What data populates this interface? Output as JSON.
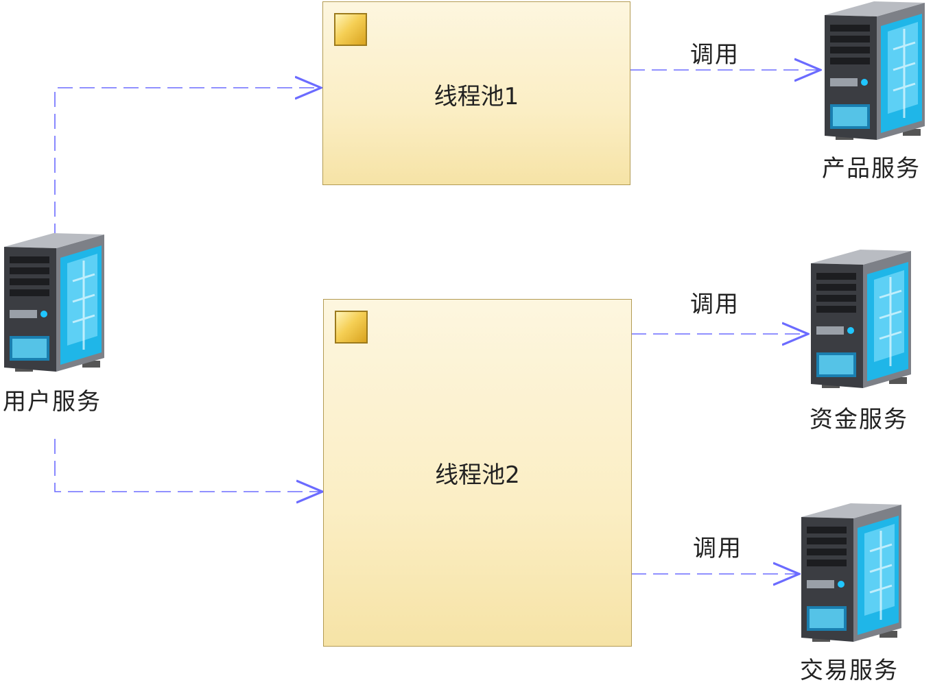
{
  "nodes": {
    "user_service": {
      "label": "用户服务"
    },
    "thread_pool_1": {
      "label": "线程池1"
    },
    "thread_pool_2": {
      "label": "线程池2"
    },
    "product_service": {
      "label": "产品服务"
    },
    "funds_service": {
      "label": "资金服务"
    },
    "trade_service": {
      "label": "交易服务"
    }
  },
  "edges": [
    {
      "from": "user_service",
      "to": "thread_pool_1",
      "label": ""
    },
    {
      "from": "user_service",
      "to": "thread_pool_2",
      "label": ""
    },
    {
      "from": "thread_pool_1",
      "to": "product_service",
      "label": "调用"
    },
    {
      "from": "thread_pool_2",
      "to": "funds_service",
      "label": "调用"
    },
    {
      "from": "thread_pool_2",
      "to": "trade_service",
      "label": "调用"
    }
  ],
  "colors": {
    "connector": "#6b6bff",
    "pool_fill": "#fbeec4",
    "pool_border": "#b29a52"
  },
  "icons": {
    "server": "server-tower-icon",
    "pool_badge": "yellow-square-icon"
  }
}
